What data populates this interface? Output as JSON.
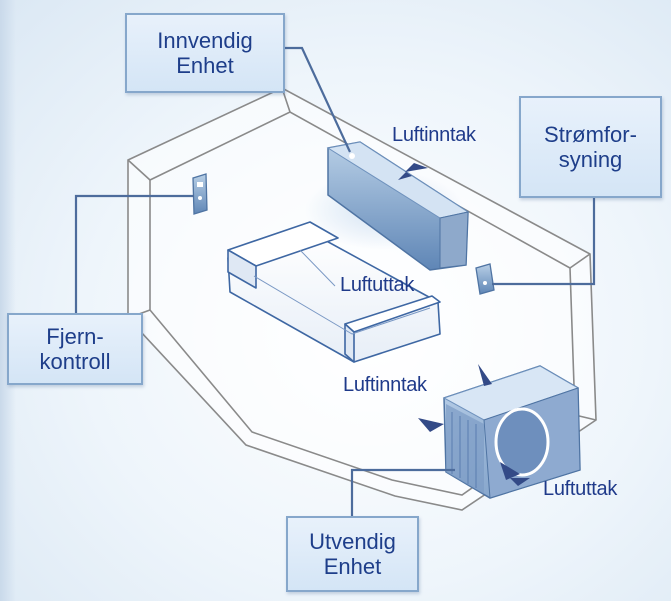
{
  "labels": {
    "indoor_unit": [
      "Innvendig",
      "Enhet"
    ],
    "power_supply": [
      "Strømfor-",
      "syning"
    ],
    "remote_control": [
      "Fjern-",
      "kontroll"
    ],
    "outdoor_unit": [
      "Utvendig",
      "Enhet"
    ]
  },
  "airflow": {
    "indoor_intake": "Luftinntak",
    "indoor_outlet": "Luftuttak",
    "outdoor_intake": "Luftinntak",
    "outdoor_outlet": "Luftuttak"
  },
  "colors": {
    "label_text": "#1e3e8a",
    "label_border": "#86a7cb",
    "room_lines": "#8a8a8a",
    "leader_lines": "#4d6c9c"
  }
}
